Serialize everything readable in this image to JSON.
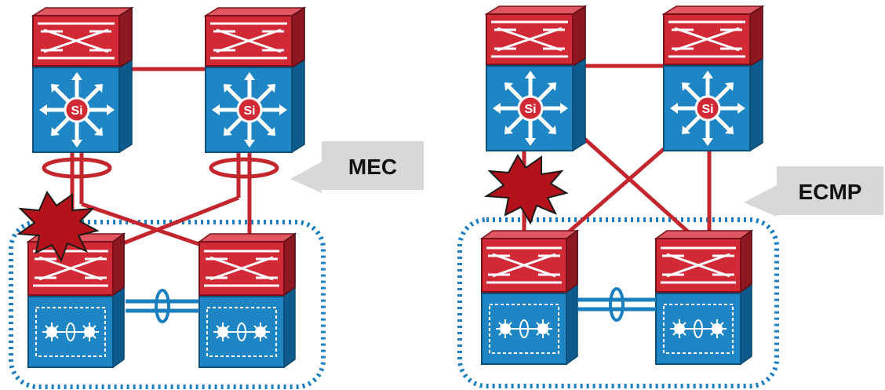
{
  "labels": {
    "mec": "MEC",
    "ecmp": "ECMP"
  },
  "colors": {
    "link": "#c4262e",
    "link_dark": "#8e1118",
    "chassis_red": "#d12a36",
    "chassis_red_dark": "#8e1822",
    "chassis_blue": "#1f86c6",
    "chassis_blue_dark": "#0d5a8c",
    "vss_border": "#1a7fbf",
    "callout_fill": "#d6d8da",
    "failure_fill": "#b3121b",
    "failure_stroke": "#1a1a1a"
  },
  "icons": {
    "core_switch": "multilayer-switch-icon",
    "access_switch": "vss-stack-switch-icon",
    "failure": "link-failure-burst-icon",
    "bundle": "port-channel-ring-icon"
  },
  "panels": [
    {
      "name": "mec-topology",
      "callout": "MEC",
      "failure_on": "access-left"
    },
    {
      "name": "ecmp-topology",
      "callout": "ECMP",
      "failure_on": "uplink-left"
    }
  ]
}
